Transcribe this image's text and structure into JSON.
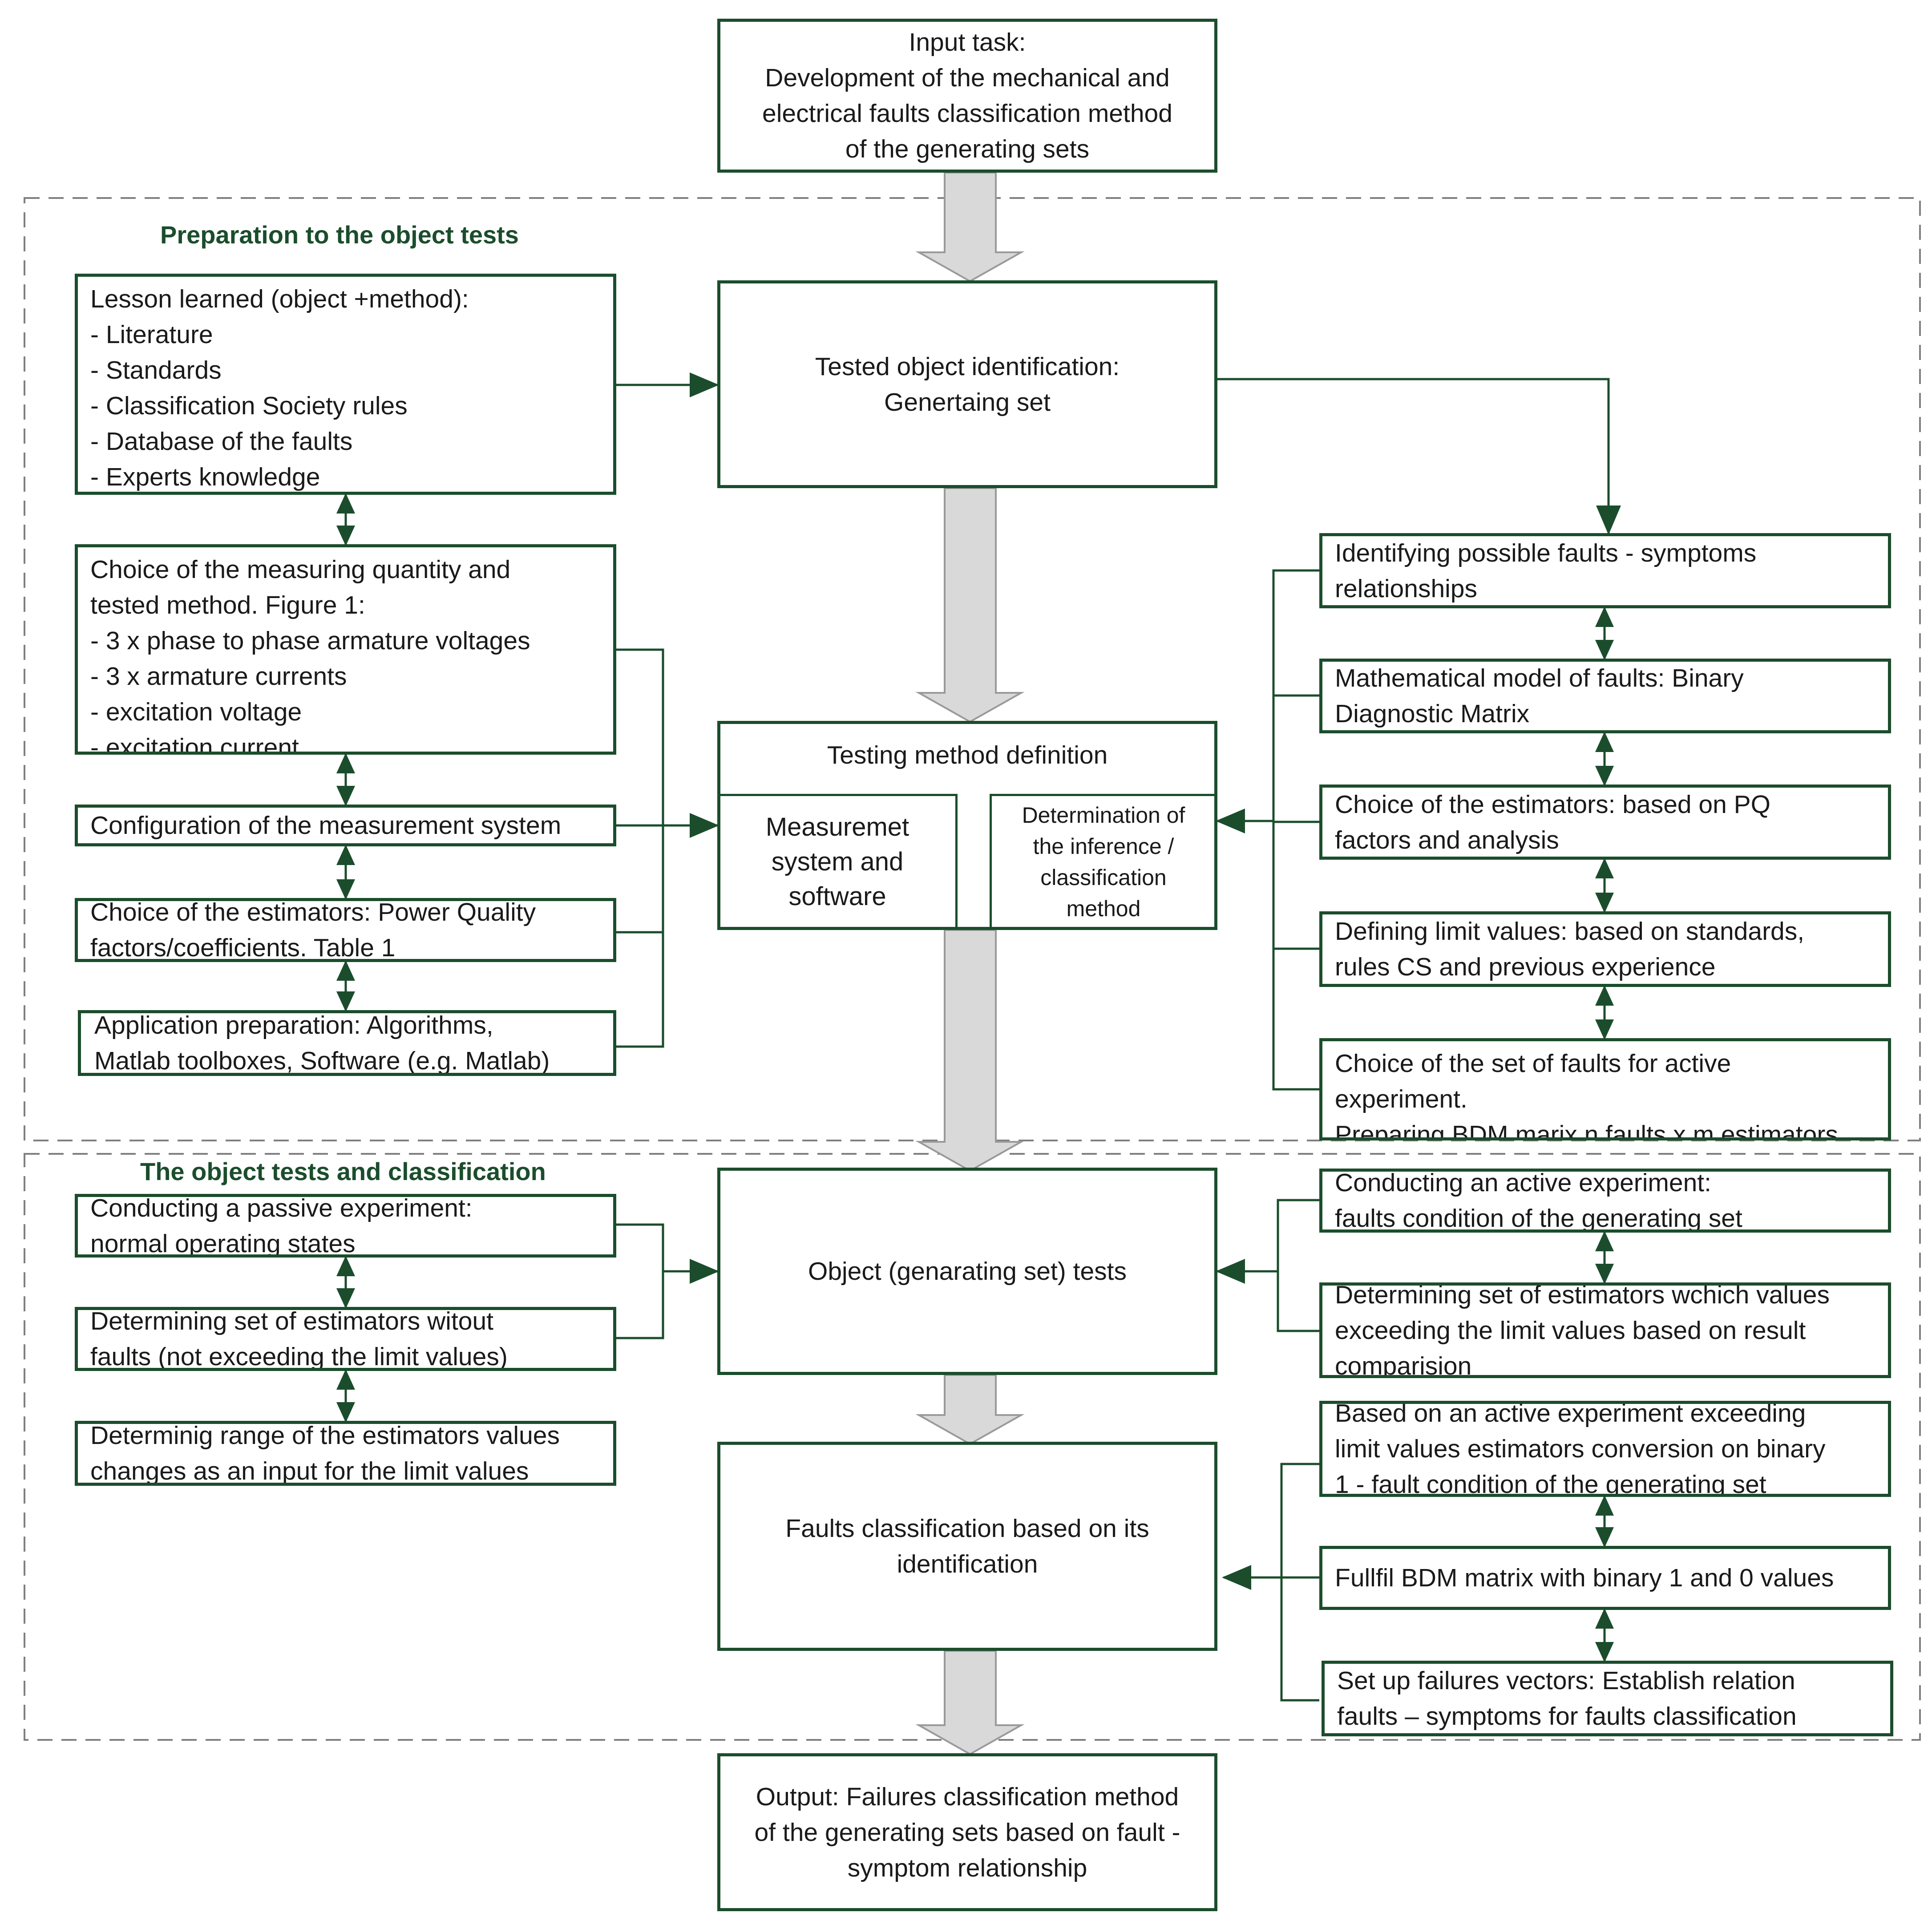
{
  "input_task": [
    "Input task:",
    "Development of the mechanical and",
    "electrical faults classification method",
    "of the generating sets"
  ],
  "sections": {
    "preparation": "Preparation to the object tests",
    "tests": "The object tests and classification"
  },
  "center": {
    "tested_object": [
      "Tested object identification:",
      "Genertaing set"
    ],
    "testing_method": {
      "title": "Testing method definition",
      "measurement": [
        "Measuremet",
        "system and",
        "software"
      ],
      "inference": [
        "Determination of",
        "the inference /",
        "classification",
        "method"
      ]
    },
    "object_tests": [
      "Object (genarating set) tests"
    ],
    "faults_classification": [
      "Faults classification based on its",
      "identification"
    ],
    "output": [
      "Output: Failures classification method",
      "of the generating sets based on fault -",
      "symptom relationship"
    ]
  },
  "left_prep": [
    [
      "Lesson learned (object +method):",
      "- Literature",
      "- Standards",
      "- Classification Society rules",
      "- Database of the faults",
      "- Experts knowledge"
    ],
    [
      "Choice of the measuring quantity and",
      "tested method. Figure 1:",
      "- 3 x phase to phase armature voltages",
      "- 3 x armature currents",
      "- excitation voltage",
      "- excitation current"
    ],
    [
      "Configuration of the measurement system"
    ],
    [
      "Choice of the estimators: Power Quality",
      "factors/coefficients. Table 1"
    ],
    [
      "Application preparation: Algorithms,",
      "Matlab toolboxes, Software (e.g. Matlab)"
    ]
  ],
  "right_prep": [
    [
      "Identifying possible faults -  symptoms",
      "relationships"
    ],
    [
      "Mathematical model of faults: Binary",
      "Diagnostic Matrix"
    ],
    [
      "Choice of the estimators: based on PQ",
      "factors and analysis"
    ],
    [
      "Defining limit values: based on standards,",
      "rules CS and previous experience"
    ],
    [
      "Choice of the set of faults for active",
      "experiment.",
      "Preparing BDM marix n faults x m estimators"
    ]
  ],
  "left_tests": [
    [
      "Conducting a passive experiment:",
      "normal operating states"
    ],
    [
      "Determining set of estimators witout",
      "faults (not exceeding the limit values)"
    ],
    [
      "Determinig range of the estimators values",
      "changes as an input for the limit values"
    ]
  ],
  "right_tests": [
    [
      "Conducting an active experiment:",
      "faults condition of the generating set"
    ],
    [
      "Determining set of estimators wchich values",
      "exceeding the limit values based on result",
      "comparision"
    ]
  ],
  "right_classification": [
    [
      "Based on an active experiment exceeding",
      "limit values estimators conversion on binary",
      "1 - fault condition of the generating set"
    ],
    [
      "Fullfil BDM matrix with binary 1 and 0 values"
    ],
    [
      "Set up failures vectors: Establish relation",
      "faults – symptoms for faults classification"
    ]
  ],
  "colors": {
    "box_border": "#1b4d2c",
    "arrow_fill": "#d9d9d9",
    "arrow_stroke": "#9a9a9a",
    "dashed": "#7f7f7f"
  }
}
